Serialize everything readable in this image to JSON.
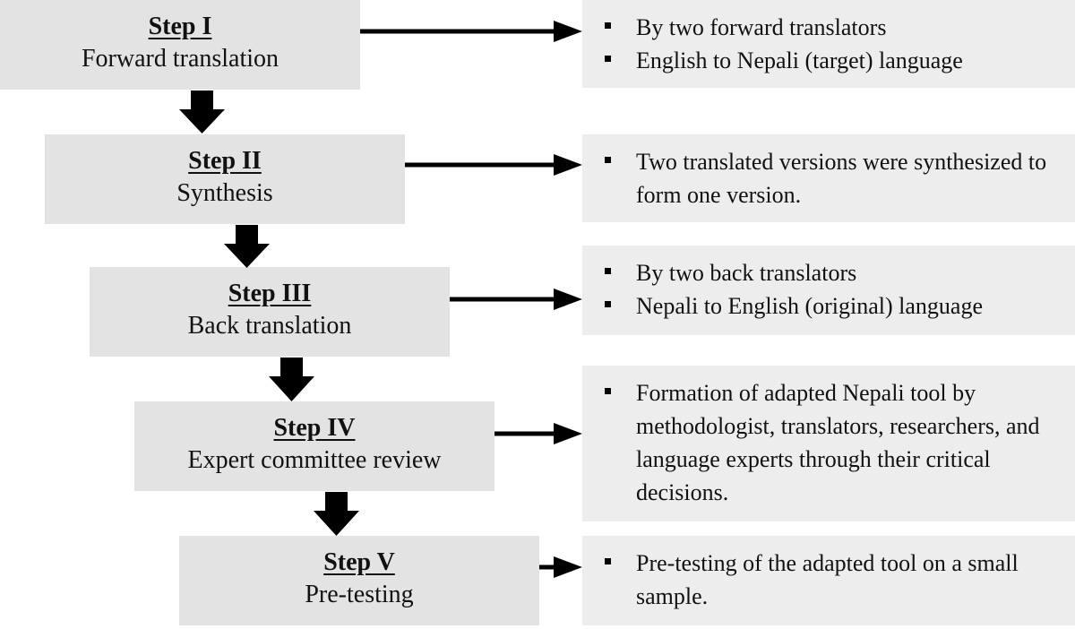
{
  "steps": [
    {
      "title": "Step I",
      "subtitle": "Forward translation",
      "notes": [
        "By two forward translators",
        "English to Nepali (target) language"
      ]
    },
    {
      "title": "Step II",
      "subtitle": "Synthesis",
      "notes": [
        "Two translated versions were synthesized to form one version."
      ]
    },
    {
      "title": "Step III",
      "subtitle": "Back translation",
      "notes": [
        "By two back translators",
        "Nepali to English (original) language"
      ]
    },
    {
      "title": "Step IV",
      "subtitle": "Expert committee review",
      "notes": [
        "Formation of adapted Nepali tool by methodologist, translators, researchers, and language experts through their critical decisions."
      ]
    },
    {
      "title": "Step V",
      "subtitle": "Pre-testing",
      "notes": [
        "Pre-testing of the adapted tool on a small sample."
      ]
    }
  ]
}
